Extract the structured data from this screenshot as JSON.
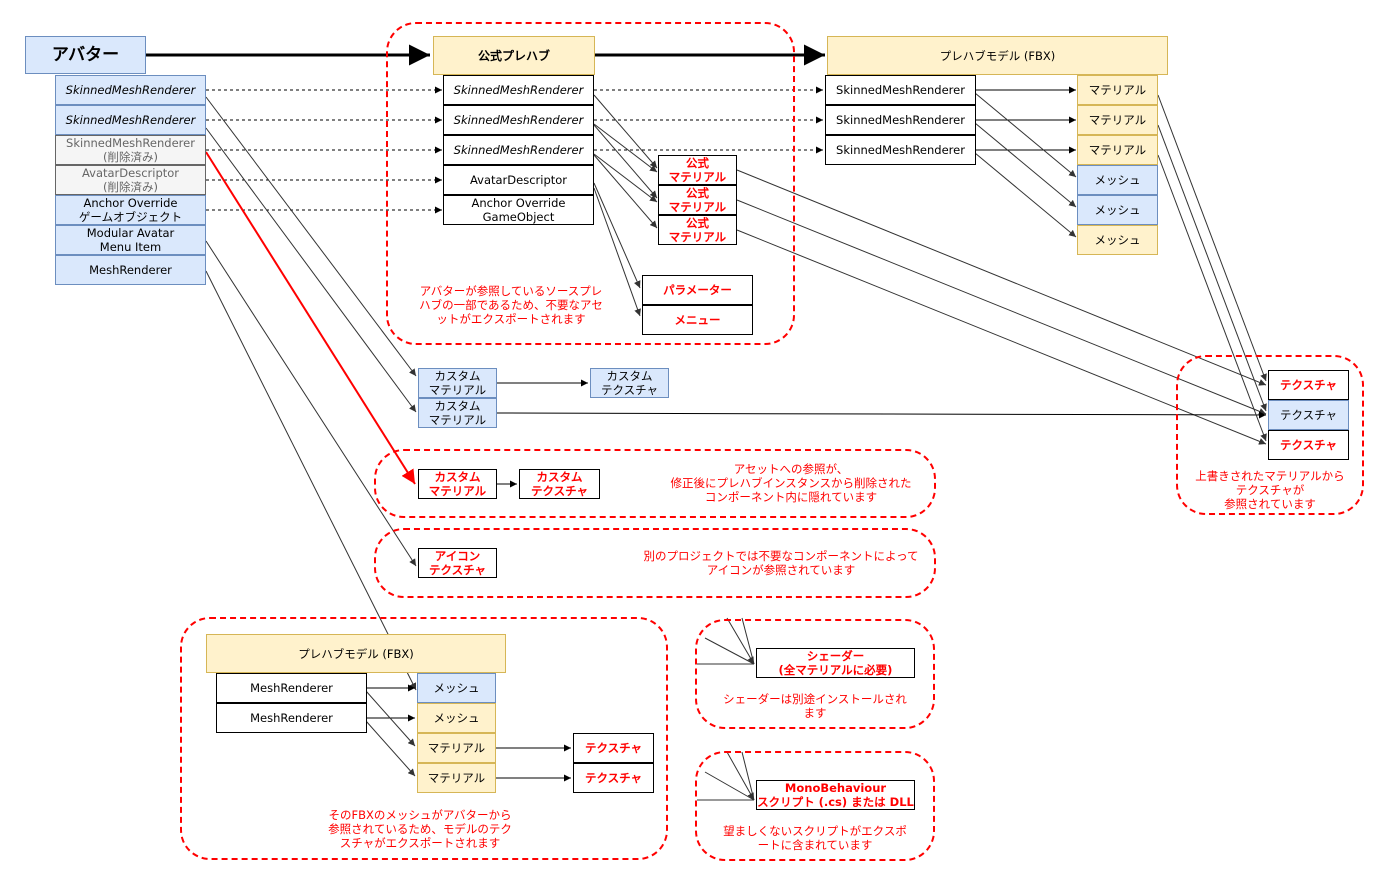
{
  "avatar": {
    "title": "アバター",
    "components": [
      "SkinnedMeshRenderer",
      "SkinnedMeshRenderer",
      "SkinnedMeshRenderer\n(削除済み)",
      "AvatarDescriptor\n(削除済み)",
      "Anchor Override\nゲームオブジェクト",
      "Modular Avatar\nMenu Item",
      "MeshRenderer"
    ]
  },
  "official_prefab": {
    "title": "公式プレハブ",
    "components": [
      "SkinnedMeshRenderer",
      "SkinnedMeshRenderer",
      "SkinnedMeshRenderer",
      "AvatarDescriptor",
      "Anchor Override\nGameObject"
    ],
    "materials": [
      "公式\nマテリアル",
      "公式\nマテリアル",
      "公式\nマテリアル"
    ],
    "params": [
      "パラメーター",
      "メニュー"
    ],
    "note": "アバターが参照しているソースプレ\nハブの一部であるため、不要なアセ\nットがエクスポートされます"
  },
  "fbx_top": {
    "title": "プレハブモデル (FBX)",
    "renderers": [
      "SkinnedMeshRenderer",
      "SkinnedMeshRenderer",
      "SkinnedMeshRenderer"
    ],
    "assets": [
      "マテリアル",
      "マテリアル",
      "マテリアル",
      "メッシュ",
      "メッシュ",
      "メッシュ"
    ]
  },
  "custom": {
    "materials": [
      "カスタム\nマテリアル",
      "カスタム\nマテリアル"
    ],
    "texture": "カスタム\nテクスチャ"
  },
  "textures_right": {
    "items": [
      "テクスチャ",
      "テクスチャ",
      "テクスチャ"
    ],
    "note": "上書きされたマテリアルから\nテクスチャが\n参照されています"
  },
  "hidden_refs": {
    "material": "カスタム\nマテリアル",
    "texture": "カスタム\nテクスチャ",
    "note": "アセットへの参照が、\n修正後にプレハブインスタンスから削除された\nコンポーネント内に隠れています"
  },
  "icon_refs": {
    "texture": "アイコン\nテクスチャ",
    "note": "別のプロジェクトでは不要なコンポーネントによって\nアイコンが参照されています"
  },
  "fbx_bottom": {
    "title": "プレハブモデル (FBX)",
    "renderers": [
      "MeshRenderer",
      "MeshRenderer"
    ],
    "assets": [
      "メッシュ",
      "メッシュ",
      "マテリアル",
      "マテリアル"
    ],
    "textures": [
      "テクスチャ",
      "テクスチャ"
    ],
    "note": "そのFBXのメッシュがアバターから\n参照されているため、モデルのテク\nスチャがエクスポートされます"
  },
  "shader": {
    "label": "シェーダー\n(全マテリアルに必要)",
    "note": "シェーダーは別途インストールされ\nます"
  },
  "script": {
    "label": "MonoBehaviour\nスクリプト (.cs) または DLL",
    "note": "望ましくないスクリプトがエクスポ\nートに含まれています"
  }
}
